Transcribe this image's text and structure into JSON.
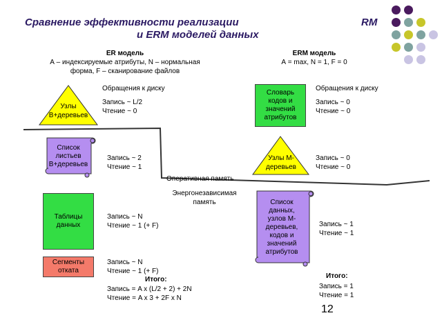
{
  "title": {
    "line1": "Сравнение эффективности реализации",
    "rm": "RM",
    "line2": "и ERM моделей данных"
  },
  "er": {
    "heading": "ER модель",
    "desc1": "А – индексируемые атрибуты, N – нормальная",
    "desc2": "форма, F – сканирование файлов",
    "disk_access": "Обращения к диску",
    "btree_nodes": [
      "Узлы",
      "B+деревьев"
    ],
    "btree_write": "Запись ~ L/2",
    "btree_read": "Чтение ~ 0",
    "leaf_list": [
      "Список",
      "листьев",
      "B+деревьев"
    ],
    "leaf_write": "Запись ~ 2",
    "leaf_read": "Чтение ~ 1",
    "tables": [
      "Таблицы",
      "данных"
    ],
    "tables_write": "Запись ~ N",
    "tables_read": "Чтение ~ 1 (+ F)",
    "rollback": [
      "Сегменты",
      "отката"
    ],
    "rollback_write": "Запись ~ N",
    "rollback_read": "Чтение ~ 1 (+ F)",
    "total_label": "Итого:",
    "total_write": "Запись = A x (L/2 + 2) + 2N",
    "total_read": "Чтение = A x 3 + 2F x  N"
  },
  "erm": {
    "heading": "ERM модель",
    "desc": "А = max, N = 1, F = 0",
    "disk_access": "Обращения к диску",
    "dictionary": [
      "Словарь",
      "кодов и",
      "значений",
      "атрибутов"
    ],
    "dict_write": "Запись ~ 0",
    "dict_read": "Чтение ~ 0",
    "mtree_nodes": [
      "Узлы М-",
      "деревьев"
    ],
    "mtree_write": "Запись ~ 0",
    "mtree_read": "Чтение ~ 0",
    "data_list": [
      "Список",
      "данных,",
      "узлов М-",
      "деревьев,",
      "кодов и",
      "значений",
      "атрибутов"
    ],
    "data_write": "Запись ~ 1",
    "data_read": "Чтение ~ 1",
    "total_label": "Итого:",
    "total_write": "Запись = 1",
    "total_read": "Чтение = 1"
  },
  "memory": {
    "ram": "Оперативная память",
    "nonvolatile": [
      "Энергонезависимая",
      "память"
    ]
  },
  "page_number": "12",
  "colors": {
    "title": "#2b1a63",
    "triangle": "#ffff00",
    "green": "#33dd44",
    "salmon": "#f47a6a",
    "scroll": "#b58ef0",
    "dot_purple": "#4a1a5e",
    "dot_teal": "#7fa3a0",
    "dot_olive": "#c7c62a",
    "dot_lavender": "#c9c4e3"
  }
}
